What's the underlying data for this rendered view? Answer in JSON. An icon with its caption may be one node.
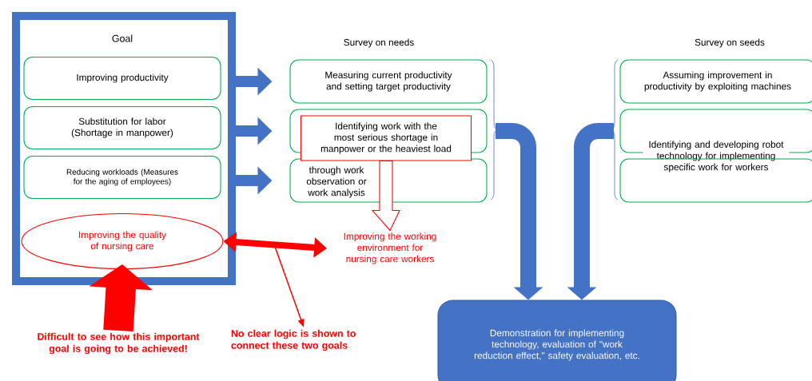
{
  "diagram": {
    "nodes": [
      {
        "text": [
          "Goal"
        ]
      },
      {
        "text": [
          "Improving productivity"
        ],
        "in": 0
      },
      {
        "text": [
          "Substitution for labor (Shortage in manpower)"
        ],
        "in": 0
      },
      {
        "text": [
          "Reducing workloads (Measures for the aging of employees)"
        ],
        "in": 0
      },
      {
        "text": [
          "Improving the quality of nursing care"
        ],
        "in": 0
      },
      {
        "text": [
          "Measuring current productivity and setting target productivity"
        ]
      },
      {
        "text": [],
        "shape": "box"
      },
      {
        "text": [
          "through work observation or work analysis"
        ]
      },
      {
        "text": [
          "Identifying work with the most serious shortage in manpower or the heaviest load"
        ]
      },
      {
        "text": [
          "Assuming improvement in productivity by exploiting machines"
        ]
      },
      {
        "text": [
          "Identifying and developing robot technology for implementing specific work for workers"
        ]
      },
      {
        "text": [],
        "shape": "box"
      },
      {
        "text": [
          "Improving the working environment for nursing care workers"
        ]
      },
      {
        "text": [
          "Demonstration for implementing technology, evaluation of \"work reduction effect,\" safety evaluation, etc."
        ]
      },
      {
        "text": [
          "Difficult to see how this important goal is going to be achieved!"
        ]
      },
      {
        "text": [
          "No clear logic is shown to connect these two goals"
        ]
      }
    ],
    "edges": [
      {
        "from": 0,
        "to": 5,
        "arrow": "to"
      },
      {
        "from": 0,
        "to": 6,
        "arrow": "to"
      },
      {
        "from": 0,
        "to": 7,
        "arrow": "to"
      },
      {
        "from": 6,
        "to": 13,
        "arrow": "to"
      },
      {
        "from": 10,
        "to": 13,
        "arrow": "to"
      },
      {
        "from": 8,
        "to": 12,
        "arrow": "to",
        "color": "#ff0000"
      },
      {
        "from": 4,
        "to": 12,
        "arrow": "both",
        "color": "#ff0000"
      },
      {
        "from": null,
        "to": 15,
        "arrow": "to",
        "color": "#ff0000"
      },
      {
        "from": 14,
        "to": 4,
        "arrow": "to",
        "style": "thick",
        "color": "#ff0000"
      }
    ],
    "labels": [
      "Survey on needs",
      "Survey on seeds"
    ]
  }
}
